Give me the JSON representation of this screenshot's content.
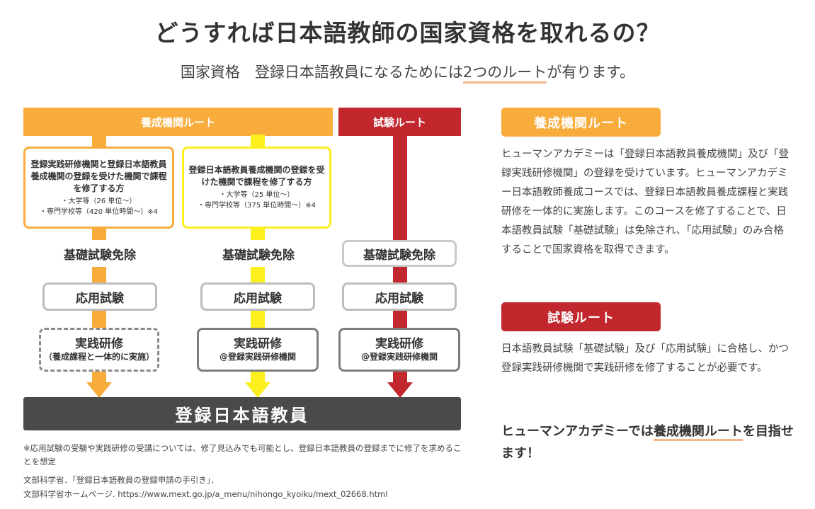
{
  "title": "どうすれば日本語教師の国家資格を取れるの？",
  "subtitle": {
    "before": "国家資格　登録日本語教員になるためには",
    "highlight": "2つのルート",
    "after": "が有ります。"
  },
  "diagram": {
    "band_training": "養成機関ルート",
    "band_exam": "試験ルート",
    "cond1": {
      "main": "登録実践研修機関と登録日本語教員養成機関の登録を受けた機関で課程を修了する方",
      "sub1": "・大学等（26 単位〜）",
      "sub2": "・専門学校等（420 単位時間〜）※4"
    },
    "cond2": {
      "main": "登録日本語教員養成機関の登録を受けた機関で課程を修了する方",
      "sub1": "・大学等（25 単位〜）",
      "sub2": "・専門学校等（375 単位時間〜）※4"
    },
    "exempt": "基礎試験免除",
    "applied": "応用試験",
    "practice_title": "実践研修",
    "practice_note1": "（養成課程と一体的に実施）",
    "practice_note2": "@登録実践研修機関",
    "result": "登録日本語教員"
  },
  "note": "※応用試験の受験や実践研修の受講については、修了見込みでも可能とし、登録日本語教員の登録までに修了を求めることを想定",
  "source": {
    "line1": "文部科学省．「登録日本語教員の登録申請の手引き」．",
    "line2": "文部科学省ホームページ. https://www.mext.go.jp/a_menu/nihongo_kyoiku/mext_02668.html"
  },
  "right": {
    "label_training": "養成機関ルート",
    "para_training": "ヒューマンアカデミーは「登録日本語教員養成機関」及び「登録実践研修機関」の登録を受けています。ヒューマンアカデミー日本語教師養成コースでは、登録日本語教員養成課程と実践研修を一体的に実施します。このコースを修了することで、日本語教員試験「基礎試験」は免除され、「応用試験」のみ合格することで国家資格を取得できます。",
    "label_exam": "試験ルート",
    "para_exam": "日本語教員試験「基礎試験」及び「応用試験」に合格し、かつ登録実践研修機関で実践研修を修了することが必要です。",
    "closing_before": "ヒューマンアカデミーでは",
    "closing_highlight": "養成機関ルート",
    "closing_after": "を目指せます！"
  },
  "colors": {
    "orange": "#f8ac3c",
    "yellow": "#fbef1e",
    "red": "#c1272d",
    "dark": "#4a4a4a",
    "highlight": "#f6b489"
  }
}
